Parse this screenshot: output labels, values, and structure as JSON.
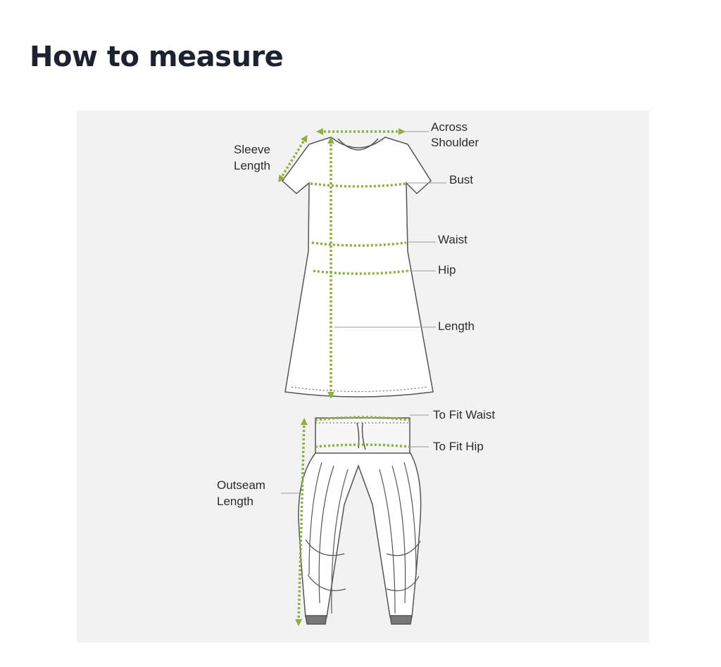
{
  "header": {
    "title": "How to measure"
  },
  "diagram": {
    "labels": {
      "across_shoulder_1": "Across",
      "across_shoulder_2": "Shoulder",
      "sleeve_length_1": "Sleeve",
      "sleeve_length_2": "Length",
      "bust": "Bust",
      "waist": "Waist",
      "hip": "Hip",
      "length": "Length",
      "to_fit_waist": "To Fit Waist",
      "to_fit_hip": "To Fit Hip",
      "outseam_length_1": "Outseam",
      "outseam_length_2": "Length"
    },
    "colors": {
      "measure_line": "#8db03c",
      "garment_outline": "#555555",
      "label_text": "#2c2c2c",
      "panel_bg": "#f2f2f2",
      "garment_fill": "#ffffff"
    }
  }
}
